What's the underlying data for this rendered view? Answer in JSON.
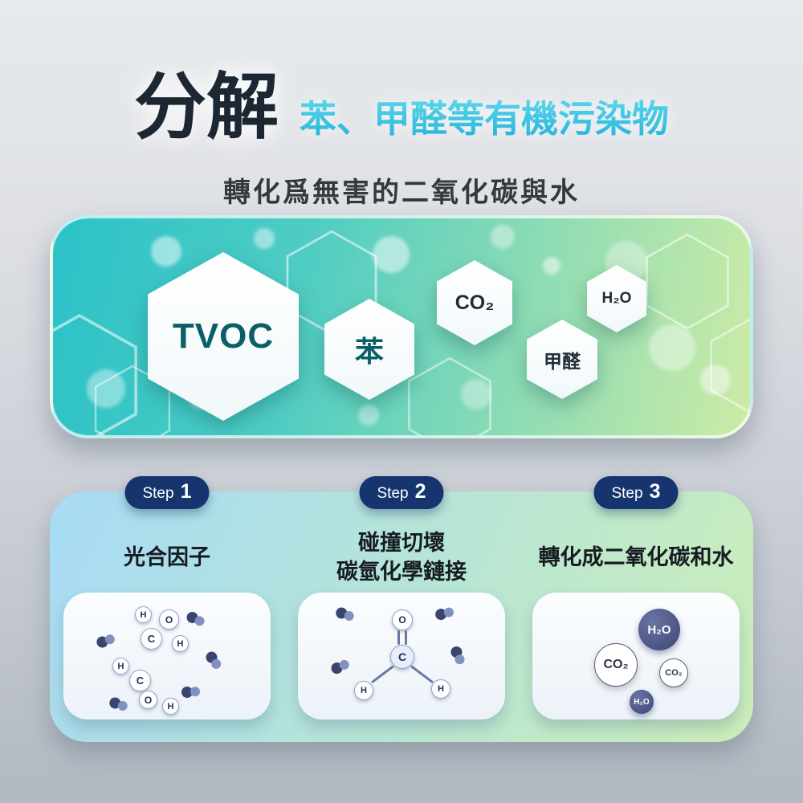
{
  "header": {
    "title": "分解",
    "highlight": "苯、甲醛等有機污染物",
    "subtitle": "轉化爲無害的二氧化碳與水"
  },
  "banner": {
    "tvoc": "TVOC",
    "benzene": "苯",
    "co2": "CO₂",
    "h2o": "H₂O",
    "formaldehyde": "甲醛"
  },
  "steps": [
    {
      "badge_prefix": "Step",
      "badge_num": "1",
      "title_line1": "光合因子",
      "title_line2": ""
    },
    {
      "badge_prefix": "Step",
      "badge_num": "2",
      "title_line1": "碰撞切壞",
      "title_line2": "碳氫化學鏈接"
    },
    {
      "badge_prefix": "Step",
      "badge_num": "3",
      "title_line1": "轉化成二氧化碳和水",
      "title_line2": ""
    }
  ],
  "molecules": {
    "card1": [
      "H",
      "O",
      "C",
      "H",
      "H",
      "C",
      "O",
      "H"
    ],
    "card2": [
      "O",
      "C",
      "H",
      "H"
    ],
    "card3": [
      "H₂O",
      "CO₂",
      "CO₂",
      "H₂O"
    ]
  },
  "colors": {
    "banner_teal": "#2bc2c8",
    "banner_green": "#cdeba6",
    "badge_navy": "#16356e",
    "tvoc_text": "#0a5e68",
    "panel_blue": "#a7dbf5",
    "panel_green": "#cdeeb9",
    "dark_molecule": "#3c4775",
    "highlight_cyan": "#1fb2d9"
  }
}
